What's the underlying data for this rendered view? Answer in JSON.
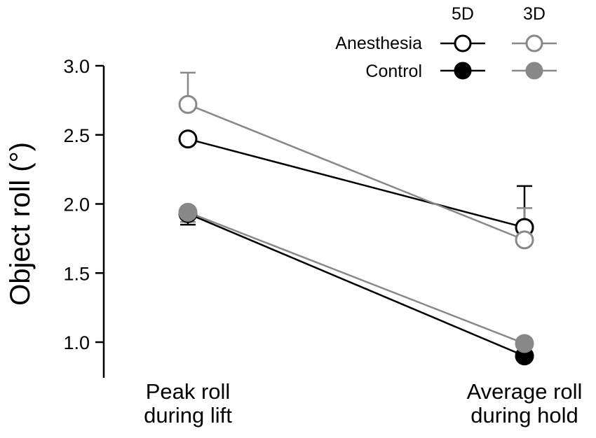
{
  "chart_data": {
    "type": "line",
    "title": "",
    "xlabel": "",
    "ylabel": "Object roll (°)",
    "ylim": [
      0.75,
      3.0
    ],
    "yticks": [
      "1.0",
      "1.5",
      "2.0",
      "2.5",
      "3.0"
    ],
    "categories": [
      "Peak roll\nduring lift",
      "Average roll\nduring hold"
    ],
    "grid": false,
    "legend": {
      "placement": "top-right",
      "column_headers": [
        "5D",
        "3D"
      ],
      "row_labels": [
        "Anesthesia",
        "Control"
      ]
    },
    "series": [
      {
        "condition": "5D",
        "group": "Anesthesia",
        "color": "#000000",
        "fill": "#ffffff",
        "values": [
          2.47,
          1.83
        ],
        "error_upper": [
          null,
          2.13
        ]
      },
      {
        "condition": "3D",
        "group": "Anesthesia",
        "color": "#888888",
        "fill": "#ffffff",
        "values": [
          2.72,
          1.74
        ],
        "error_upper": [
          2.95,
          1.97
        ]
      },
      {
        "condition": "5D",
        "group": "Control",
        "color": "#000000",
        "fill": "#000000",
        "values": [
          1.93,
          0.9
        ],
        "error_lower": [
          1.85,
          null
        ]
      },
      {
        "condition": "3D",
        "group": "Control",
        "color": "#888888",
        "fill": "#888888",
        "values": [
          1.94,
          0.99
        ],
        "error_lower": [
          1.87,
          null
        ]
      }
    ]
  }
}
